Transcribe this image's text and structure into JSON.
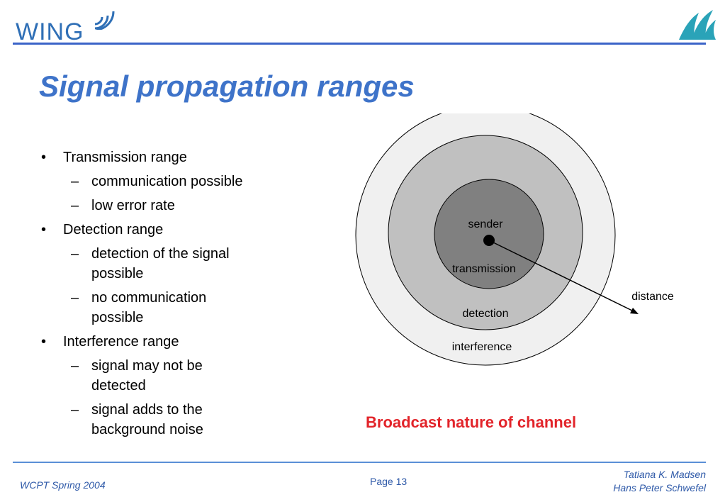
{
  "brand": {
    "logo_text": "WING"
  },
  "slide": {
    "title": "Signal propagation ranges"
  },
  "bullets": {
    "b1": "Transmission range",
    "b1_s1": "communication possible",
    "b1_s2": "low error rate",
    "b2": "Detection range",
    "b2_s1": "detection of the signal possible",
    "b2_s2": "no communication possible",
    "b3": "Interference range",
    "b3_s1": "signal may not be detected",
    "b3_s2": "signal adds to the background noise",
    "marker1": "•",
    "marker2": "–"
  },
  "diagram": {
    "sender": "sender",
    "transmission": "transmission",
    "detection": "detection",
    "interference": "interference",
    "distance": "distance",
    "colors": {
      "outer": "#f0f0f0",
      "middle": "#c0c0c0",
      "inner": "#808080",
      "dot": "#000000"
    }
  },
  "caption": "Broadcast nature of channel",
  "footer": {
    "left": "WCPT Spring 2004",
    "center": "Page 13",
    "right_line1": "Tatiana K. Madsen",
    "right_line2": "Hans Peter Schwefel"
  },
  "colors": {
    "title": "#3e73c9",
    "rule": "#3b63c8",
    "caption": "#e2242a",
    "footer": "#2e59a8"
  }
}
